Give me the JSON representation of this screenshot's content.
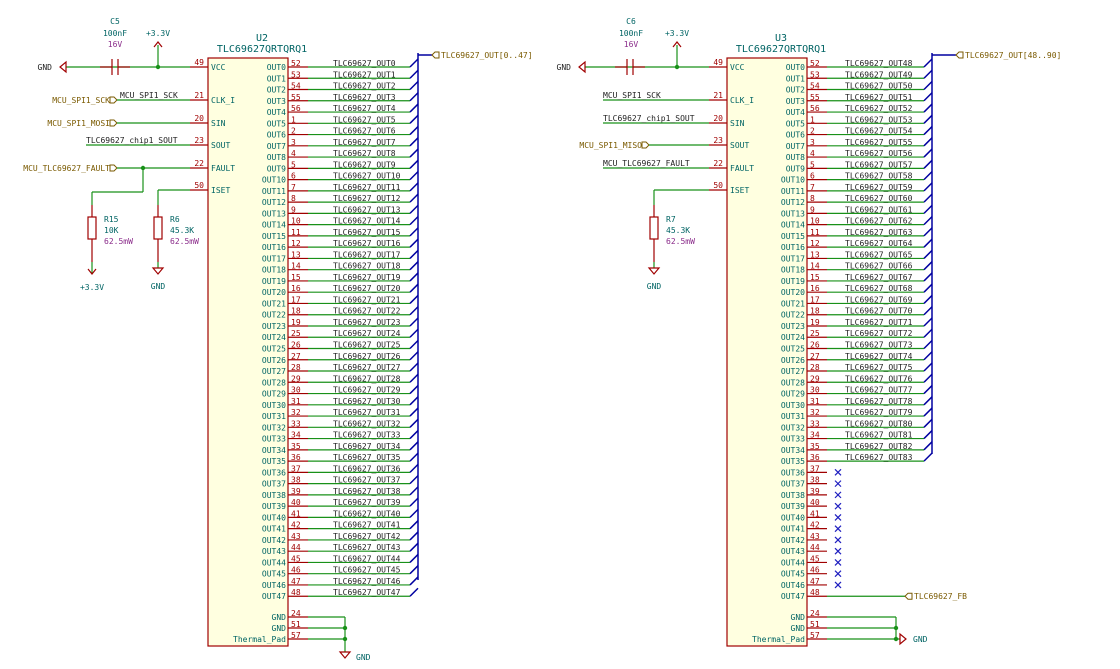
{
  "u2": {
    "ref": "U2",
    "value": "TLC69627QRTQRQ1",
    "left_pins": [
      {
        "name": "VCC",
        "num": "49"
      },
      {
        "name": "CLK_I",
        "num": "21"
      },
      {
        "name": "SIN",
        "num": "20"
      },
      {
        "name": "SOUT",
        "num": "23"
      },
      {
        "name": "FAULT",
        "num": "22"
      },
      {
        "name": "ISET",
        "num": "50"
      }
    ],
    "out_nums": [
      "52",
      "53",
      "54",
      "55",
      "56",
      "1",
      "2",
      "3",
      "4",
      "5",
      "6",
      "7",
      "8",
      "9",
      "10",
      "11",
      "12",
      "13",
      "14",
      "15",
      "16",
      "17",
      "18",
      "19",
      "25",
      "26",
      "27",
      "28",
      "29",
      "30",
      "31",
      "32",
      "33",
      "34",
      "35",
      "36",
      "37",
      "38",
      "39",
      "40",
      "41",
      "42",
      "43",
      "44",
      "45",
      "46",
      "47",
      "48"
    ],
    "nets": [
      "TLC69627_OUT0",
      "TLC69627_OUT1",
      "TLC69627_OUT2",
      "TLC69627_OUT3",
      "TLC69627_OUT4",
      "TLC69627_OUT5",
      "TLC69627_OUT6",
      "TLC69627_OUT7",
      "TLC69627_OUT8",
      "TLC69627_OUT9",
      "TLC69627_OUT10",
      "TLC69627_OUT11",
      "TLC69627_OUT12",
      "TLC69627_OUT13",
      "TLC69627_OUT14",
      "TLC69627_OUT15",
      "TLC69627_OUT16",
      "TLC69627_OUT17",
      "TLC69627_OUT18",
      "TLC69627_OUT19",
      "TLC69627_OUT20",
      "TLC69627_OUT21",
      "TLC69627_OUT22",
      "TLC69627_OUT23",
      "TLC69627_OUT24",
      "TLC69627_OUT25",
      "TLC69627_OUT26",
      "TLC69627_OUT27",
      "TLC69627_OUT28",
      "TLC69627_OUT29",
      "TLC69627_OUT30",
      "TLC69627_OUT31",
      "TLC69627_OUT32",
      "TLC69627_OUT33",
      "TLC69627_OUT34",
      "TLC69627_OUT35",
      "TLC69627_OUT36",
      "TLC69627_OUT37",
      "TLC69627_OUT38",
      "TLC69627_OUT39",
      "TLC69627_OUT40",
      "TLC69627_OUT41",
      "TLC69627_OUT42",
      "TLC69627_OUT43",
      "TLC69627_OUT44",
      "TLC69627_OUT45",
      "TLC69627_OUT46",
      "TLC69627_OUT47"
    ],
    "bus_label": "TLC69627_OUT[0..47]",
    "gnd_pins": [
      {
        "name": "GND",
        "num": "24"
      },
      {
        "name": "GND",
        "num": "51"
      },
      {
        "name": "Thermal_Pad",
        "num": "57"
      }
    ],
    "gnd_label": "GND",
    "vcc_cap": {
      "ref": "C5",
      "value": "100nF",
      "rating": "16V",
      "rail": "+3.3V",
      "gnd": "GND"
    },
    "sck_label": "MCU_SPI1_SCK",
    "sck_net": "MCU_SPI1_SCK",
    "mosi_label": "MCU_SPI1_MOSI",
    "sout_net": "TLC69627_chip1_SOUT",
    "fault_label": "MCU_TLC69627_FAULT",
    "r15": {
      "ref": "R15",
      "value": "10K",
      "power": "62.5mW",
      "rail": "+3.3V"
    },
    "r6": {
      "ref": "R6",
      "value": "45.3K",
      "power": "62.5mW",
      "rail": "GND"
    }
  },
  "u3": {
    "ref": "U3",
    "value": "TLC69627QRTQRQ1",
    "left_pins": [
      {
        "name": "VCC",
        "num": "49"
      },
      {
        "name": "CLK_I",
        "num": "21"
      },
      {
        "name": "SIN",
        "num": "20"
      },
      {
        "name": "SOUT",
        "num": "23"
      },
      {
        "name": "FAULT",
        "num": "22"
      },
      {
        "name": "ISET",
        "num": "50"
      }
    ],
    "out_nums": [
      "52",
      "53",
      "54",
      "55",
      "56",
      "1",
      "2",
      "3",
      "4",
      "5",
      "6",
      "7",
      "8",
      "9",
      "10",
      "11",
      "12",
      "13",
      "14",
      "15",
      "16",
      "17",
      "18",
      "19",
      "25",
      "26",
      "27",
      "28",
      "29",
      "30",
      "31",
      "32",
      "33",
      "34",
      "35",
      "36",
      "37",
      "38",
      "39",
      "40",
      "41",
      "42",
      "43",
      "44",
      "45",
      "46",
      "47",
      "48"
    ],
    "nets": [
      "TLC69627_OUT48",
      "TLC69627_OUT49",
      "TLC69627_OUT50",
      "TLC69627_OUT51",
      "TLC69627_OUT52",
      "TLC69627_OUT53",
      "TLC69627_OUT54",
      "TLC69627_OUT55",
      "TLC69627_OUT56",
      "TLC69627_OUT57",
      "TLC69627_OUT58",
      "TLC69627_OUT59",
      "TLC69627_OUT60",
      "TLC69627_OUT61",
      "TLC69627_OUT62",
      "TLC69627_OUT63",
      "TLC69627_OUT64",
      "TLC69627_OUT65",
      "TLC69627_OUT66",
      "TLC69627_OUT67",
      "TLC69627_OUT68",
      "TLC69627_OUT69",
      "TLC69627_OUT70",
      "TLC69627_OUT71",
      "TLC69627_OUT72",
      "TLC69627_OUT73",
      "TLC69627_OUT74",
      "TLC69627_OUT75",
      "TLC69627_OUT76",
      "TLC69627_OUT77",
      "TLC69627_OUT78",
      "TLC69627_OUT79",
      "TLC69627_OUT80",
      "TLC69627_OUT81",
      "TLC69627_OUT82",
      "TLC69627_OUT83"
    ],
    "bus_label": "TLC69627_OUT[48..90]",
    "fb_label": "TLC69627_FB",
    "gnd_pins": [
      {
        "name": "GND",
        "num": "24"
      },
      {
        "name": "GND",
        "num": "51"
      },
      {
        "name": "Thermal_Pad",
        "num": "57"
      }
    ],
    "gnd_label": "GND",
    "vcc_cap": {
      "ref": "C6",
      "value": "100nF",
      "rating": "16V",
      "rail": "+3.3V",
      "gnd": "GND"
    },
    "sck_net": "MCU_SPI1_SCK",
    "sin_net": "TLC69627_chip1_SOUT",
    "miso_label": "MCU_SPI1_MISO",
    "fault_net": "MCU_TLC69627_FAULT",
    "r7": {
      "ref": "R7",
      "value": "45.3K",
      "power": "62.5mW",
      "rail": "GND"
    }
  }
}
